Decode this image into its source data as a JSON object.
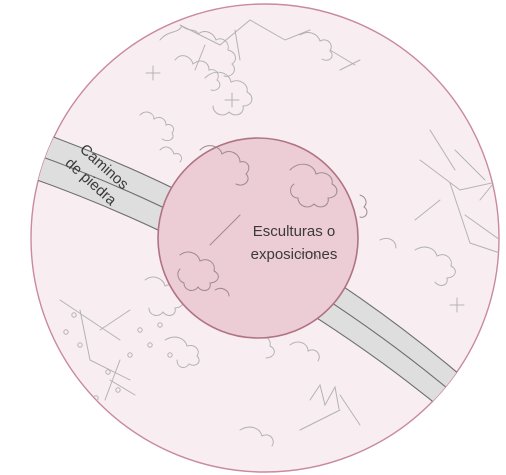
{
  "diagram": {
    "path_label_line1": "Caminos",
    "path_label_line2": "de piedra",
    "center_label_line1": "Esculturas o",
    "center_label_line2": "exposiciones"
  },
  "colors": {
    "outer_fill": "#f8eef1",
    "outer_stroke": "#c98a9b",
    "inner_fill": "#ecccd5",
    "inner_stroke": "#b07384",
    "path_fill": "#dedede",
    "path_stroke": "#6e6e6e",
    "sketch_stroke": "#b3b3b3"
  }
}
